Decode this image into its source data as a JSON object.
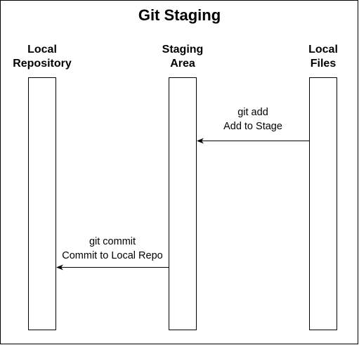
{
  "diagram": {
    "title": "Git Staging",
    "colors": {
      "stroke": "#000000",
      "fill": "#ffffff",
      "text": "#000000"
    },
    "lanes": [
      {
        "id": "local-repository",
        "label_line1": "Local",
        "label_line2": "Repository"
      },
      {
        "id": "staging-area",
        "label_line1": "Staging",
        "label_line2": "Area"
      },
      {
        "id": "local-files",
        "label_line1": "Local",
        "label_line2": "Files"
      }
    ],
    "messages": [
      {
        "id": "git-add",
        "from": "local-files",
        "to": "staging-area",
        "line1": "git add",
        "line2": "Add to Stage"
      },
      {
        "id": "git-commit",
        "from": "staging-area",
        "to": "local-repository",
        "line1": "git commit",
        "line2": "Commit to Local Repo"
      }
    ]
  }
}
